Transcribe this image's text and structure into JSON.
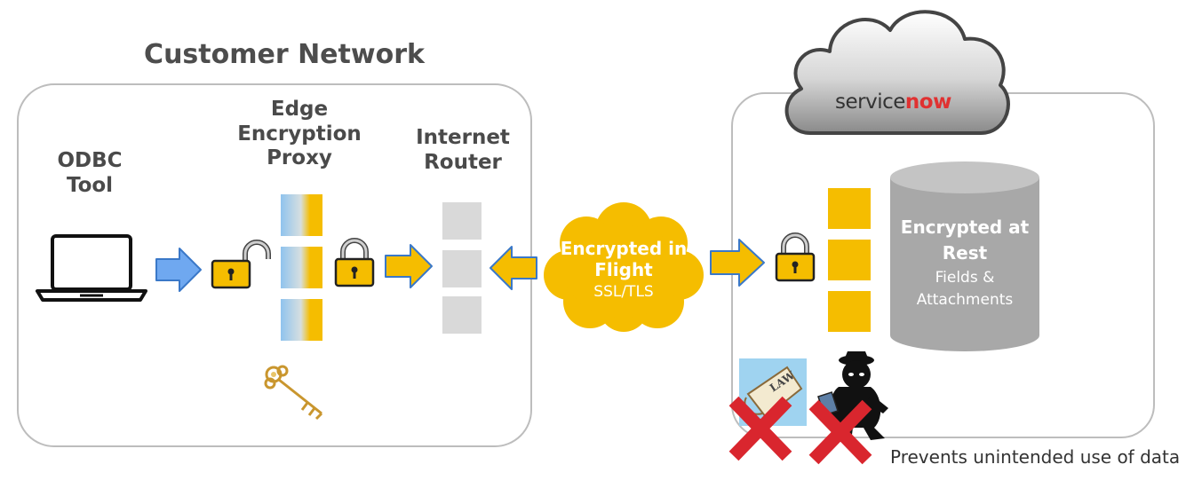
{
  "customer_network": {
    "title": "Customer Network",
    "odbc_tool": {
      "line1": "ODBC",
      "line2": "Tool"
    },
    "proxy": {
      "line1": "Edge",
      "line2": "Encryption",
      "line3": "Proxy"
    },
    "router": {
      "line1": "Internet",
      "line2": "Router"
    }
  },
  "in_flight": {
    "line1": "Encrypted in",
    "line2": "Flight",
    "sub": "SSL/TLS"
  },
  "cloud": {
    "brand_prefix": "service",
    "brand_suffix": "now",
    "at_rest": {
      "line1": "Encrypted at",
      "line2": "Rest",
      "sub1": "Fields &",
      "sub2": "Attachments"
    }
  },
  "law_doc_text": "LAW",
  "footer_note": "Prevents unintended use of data",
  "colors": {
    "yellow": "#f5bd00",
    "blue_arrow": "#6fa8f0",
    "gray_box": "#d9d9d9",
    "cross_red": "#d9262e",
    "brand_red": "#e03131"
  }
}
